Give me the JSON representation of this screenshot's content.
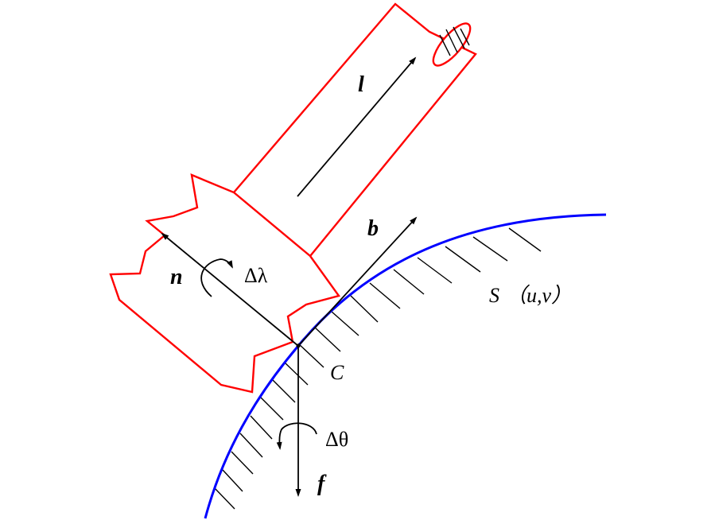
{
  "diagram": {
    "labels": {
      "l": "l",
      "b": "b",
      "n": "n",
      "f": "f",
      "delta_lambda": "Δλ",
      "delta_theta": "Δθ",
      "contact_point": "C",
      "surface_name": "S",
      "surface_params": "（u,v）"
    },
    "colors": {
      "tool_outline": "#ff0000",
      "surface_curve": "#0000ff",
      "vectors": "#000000",
      "background": "#ffffff"
    }
  }
}
